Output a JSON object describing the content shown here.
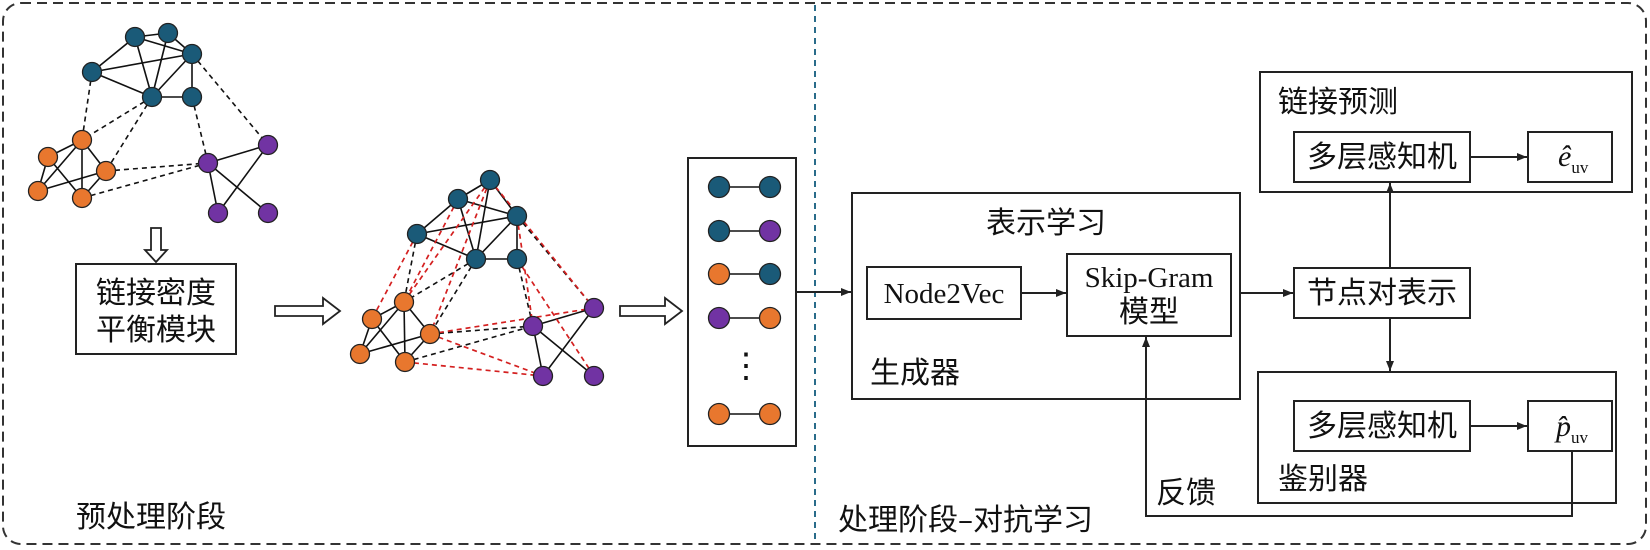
{
  "colors": {
    "blue": "#1a5a78",
    "orange": "#e8772e",
    "purple": "#7133a3",
    "red_edge": "#d42020",
    "divider": "#2a6c8a"
  },
  "stages": {
    "preprocess": "预处理阶段",
    "process": "处理阶段–对抗学习"
  },
  "balance_module": {
    "line1": "链接密度",
    "line2": "平衡模块"
  },
  "representation": {
    "title": "表示学习",
    "node2vec": "Node2Vec",
    "skipgram_line1": "Skip-Gram",
    "skipgram_line2": "模型",
    "generator": "生成器"
  },
  "pair_repr": "节点对表示",
  "link_prediction": {
    "title": "链接预测",
    "mlp": "多层感知机",
    "output": "ê",
    "output_sub": "uv"
  },
  "discriminator": {
    "title": "鉴别器",
    "mlp": "多层感知机",
    "output": "p̂",
    "output_sub": "uv"
  },
  "feedback": "反馈",
  "pair_list": {
    "ellipsis": "⋮",
    "pairs": [
      [
        "blue",
        "blue"
      ],
      [
        "blue",
        "purple"
      ],
      [
        "orange",
        "blue"
      ],
      [
        "purple",
        "orange"
      ],
      [
        "orange",
        "orange"
      ]
    ]
  }
}
